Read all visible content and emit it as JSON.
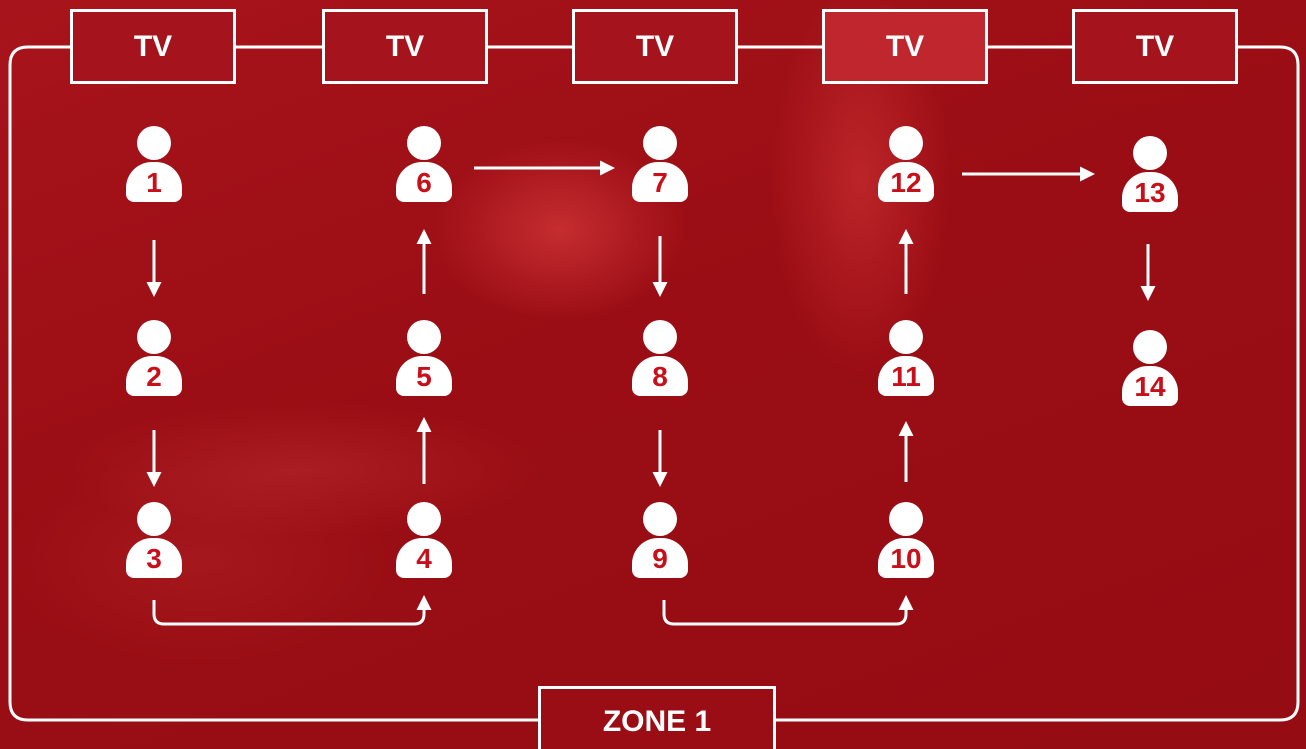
{
  "tv_labels": [
    "TV",
    "TV",
    "TV",
    "TV",
    "TV"
  ],
  "zone_label": "ZONE 1",
  "people": [
    "1",
    "2",
    "3",
    "4",
    "5",
    "6",
    "7",
    "8",
    "9",
    "10",
    "11",
    "12",
    "13",
    "14"
  ],
  "colors": {
    "background": "#9a0d14",
    "line": "#ffffff",
    "number": "#c8101a"
  }
}
